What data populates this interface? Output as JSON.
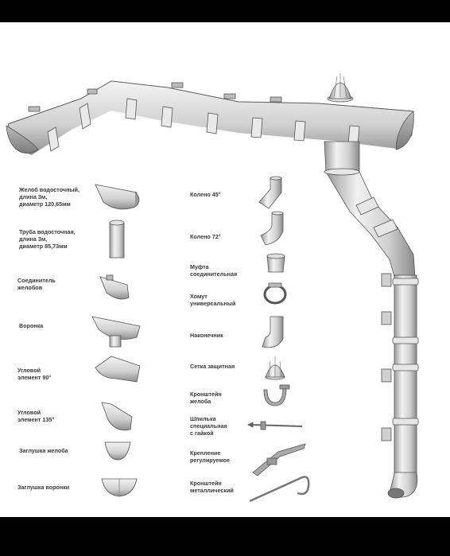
{
  "colors": {
    "frame": "#000000",
    "background": "#ffffff",
    "metal_light": "#eeeeee",
    "metal_mid": "#cfcfcf",
    "metal_dark": "#8c8c8c",
    "outline": "#555555",
    "label": "#3a3a3a"
  },
  "left_labels": [
    {
      "text": "Желоб водосточный,\nдлина 3м,\nдиаметр 120,65мм",
      "icon": "gutter-section-icon"
    },
    {
      "text": "Труба водосточная,\nдлина 3м,\nдиаметр 85,73мм",
      "icon": "downpipe-icon"
    },
    {
      "text": "Соединитель\nжелобов",
      "icon": "gutter-connector-icon"
    },
    {
      "text": "Воронка",
      "icon": "funnel-icon"
    },
    {
      "text": "Угловой\nэлемент 90°",
      "icon": "corner-90-icon"
    },
    {
      "text": "Угловой\nэлемент 135°",
      "icon": "corner-135-icon"
    },
    {
      "text": "Заглушка желоба",
      "icon": "gutter-end-cap-icon"
    },
    {
      "text": "Заглушка воронки",
      "icon": "funnel-end-cap-icon"
    }
  ],
  "right_labels": [
    {
      "text": "Колено 45°",
      "icon": "elbow-45-icon"
    },
    {
      "text": "Колено 72°",
      "icon": "elbow-72-icon"
    },
    {
      "text": "Муфта\nсоединительная",
      "icon": "coupling-icon"
    },
    {
      "text": "Хомут\nуниверсальный",
      "icon": "pipe-clamp-icon"
    },
    {
      "text": "Наконечник",
      "icon": "pipe-outlet-icon"
    },
    {
      "text": "Сетка защитная",
      "icon": "protective-mesh-icon"
    },
    {
      "text": "Кронштейн\nжелоба",
      "icon": "gutter-bracket-icon"
    },
    {
      "text": "Шпилька\nспециальная\nс гайкой",
      "icon": "threaded-stud-icon"
    },
    {
      "text": "Крепление\nрегулируемое",
      "icon": "adjustable-mount-icon"
    },
    {
      "text": "Кронштейн\nметаллический",
      "icon": "metal-bracket-icon"
    }
  ]
}
